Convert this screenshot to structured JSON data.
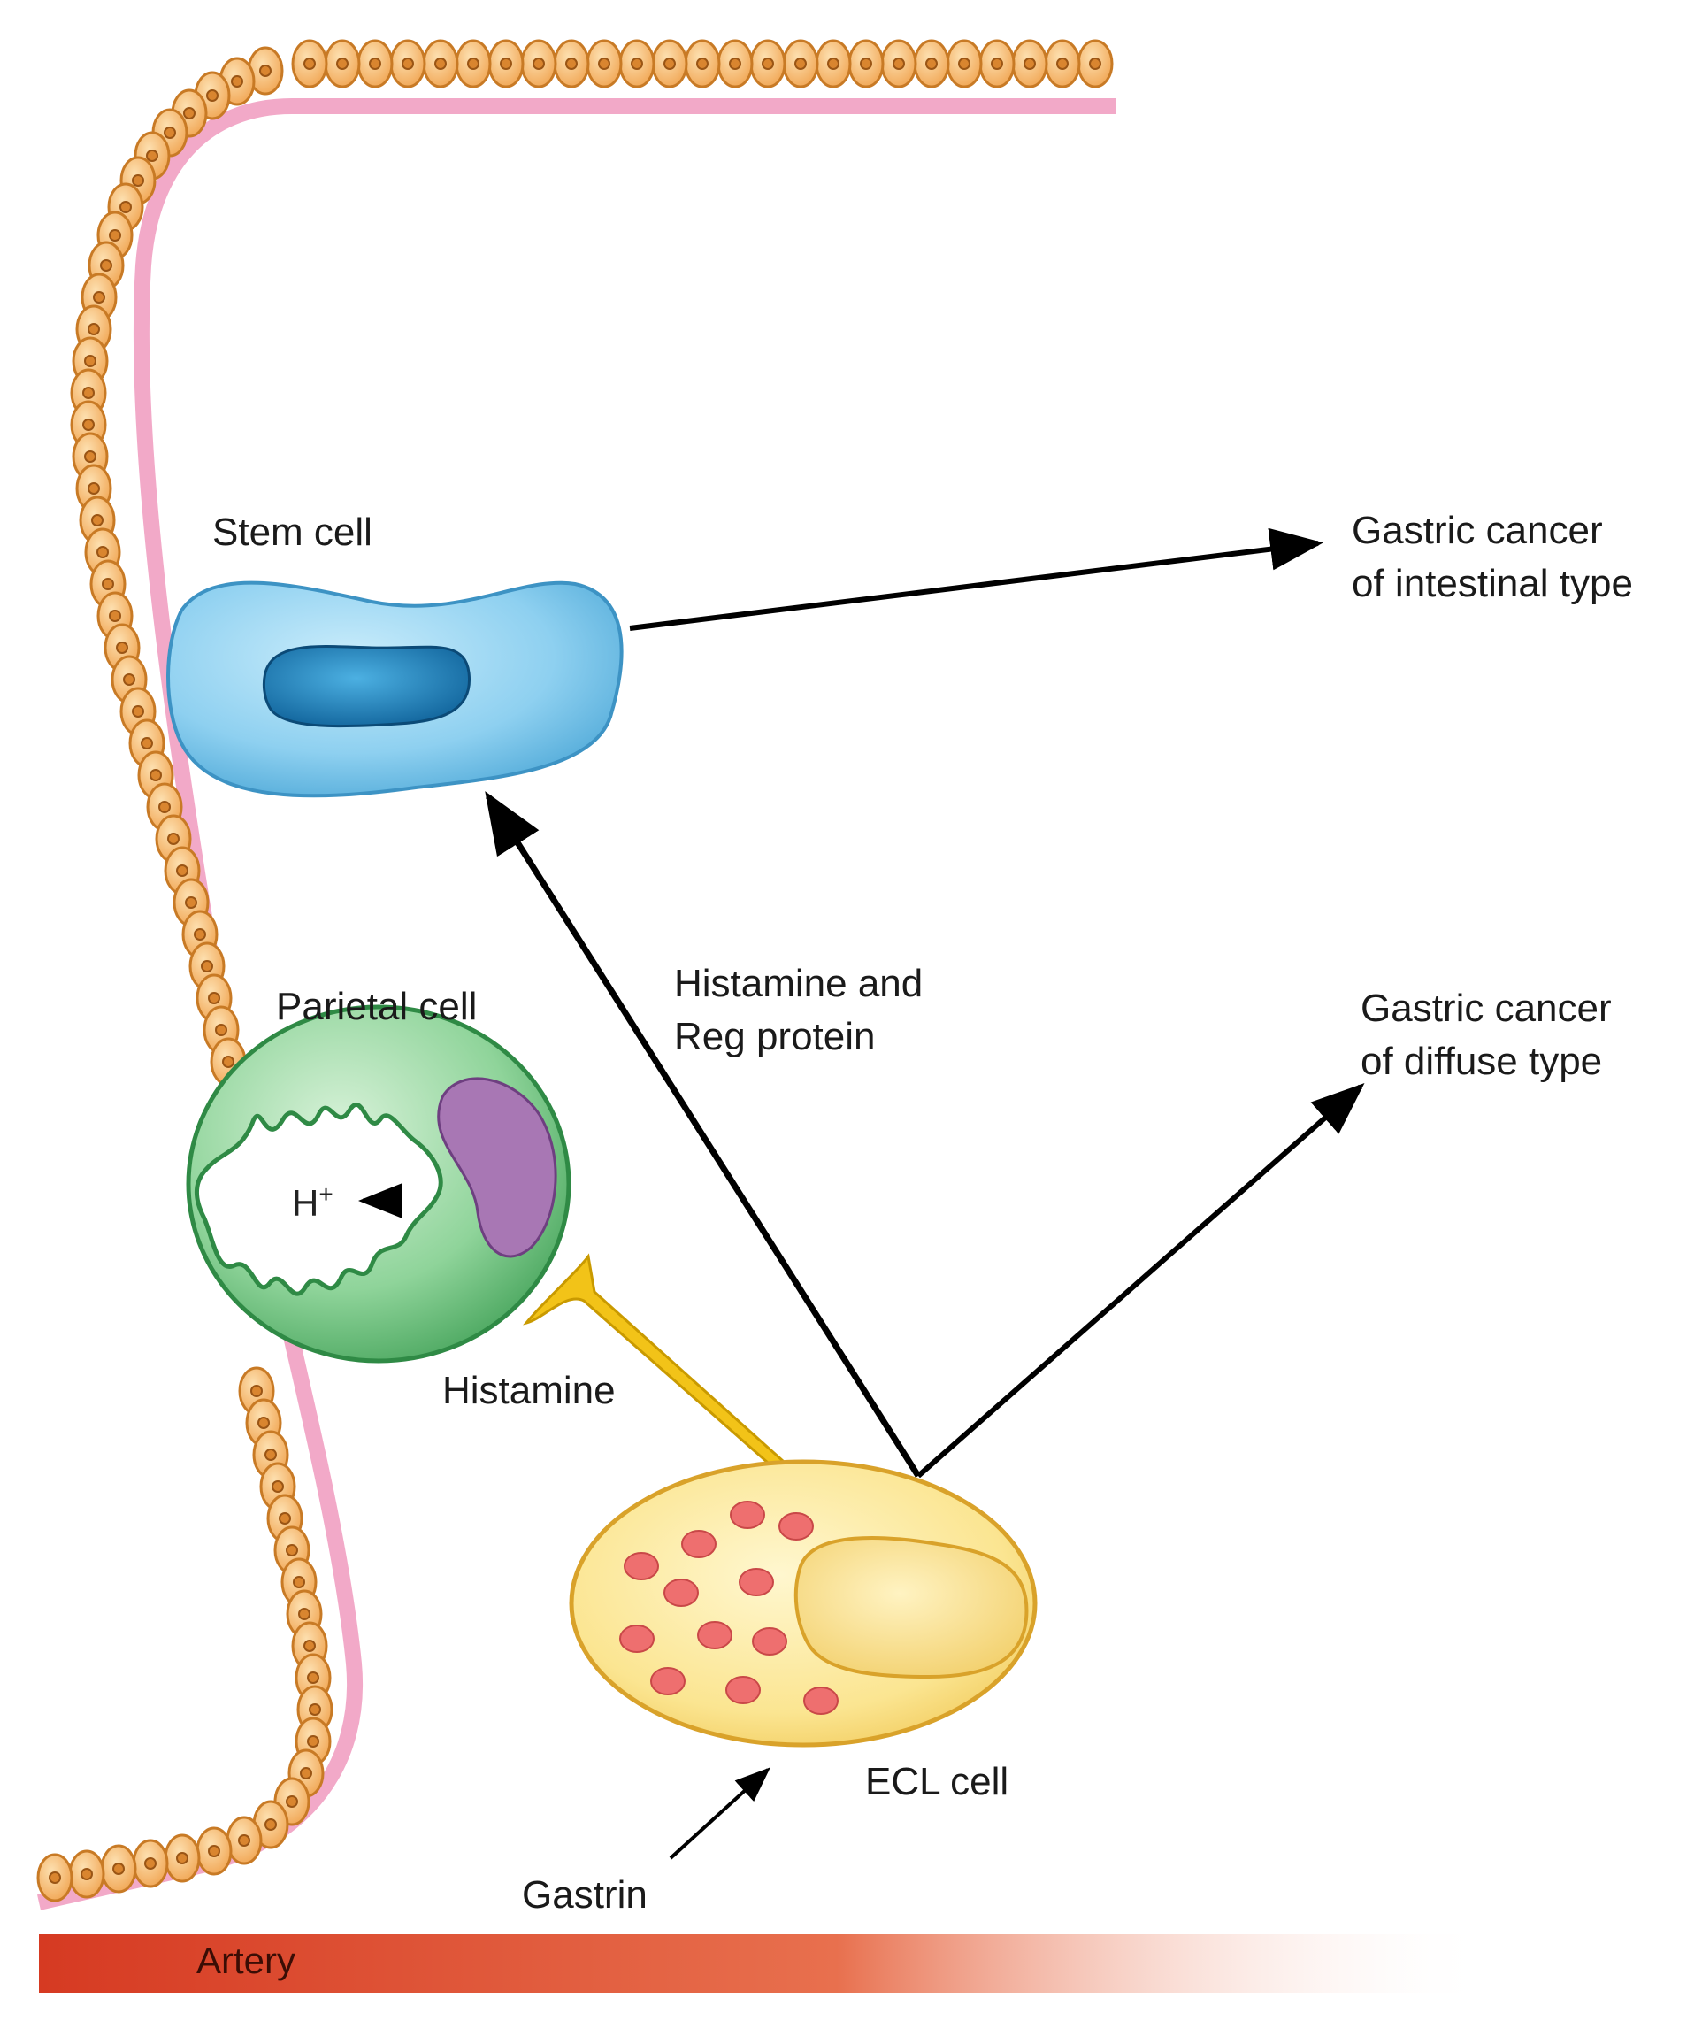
{
  "labels": {
    "stem_cell": "Stem cell",
    "parietal_cell": "Parietal cell",
    "ecl_cell": "ECL cell",
    "histamine": "Histamine",
    "histamine_reg": [
      "Histamine and",
      "Reg protein"
    ],
    "gastric_intestinal": [
      "Gastric cancer",
      "of intestinal type"
    ],
    "gastric_diffuse": [
      "Gastric cancer",
      "of diffuse type"
    ],
    "gastrin": "Gastrin",
    "artery": "Artery",
    "h_plus": "H",
    "h_plus_sup": "+"
  },
  "colors": {
    "epithelium_fill": "#f5b96b",
    "epithelium_stroke": "#c87a25",
    "basement_membrane": "#f2a9c8",
    "stem_cell": "#7cc6ea",
    "stem_nucleus": "#1c78b3",
    "parietal_cell": "#5fbf72",
    "parietal_nucleus": "#a877b4",
    "ecl_cell": "#fbe38a",
    "ecl_granules": "#ee6f6f",
    "histamine_process": "#f2c318",
    "artery": "#d9452a",
    "arrow": "#000000"
  }
}
